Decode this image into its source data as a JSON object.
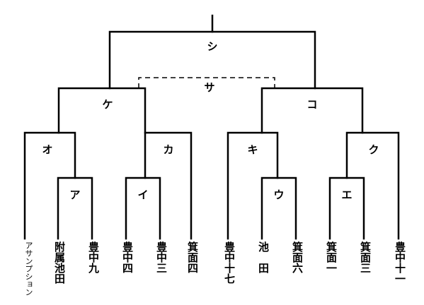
{
  "matches": {
    "a": "ア",
    "i": "イ",
    "u": "ウ",
    "e": "エ",
    "o": "オ",
    "ka": "カ",
    "ki": "キ",
    "ku": "ク",
    "ke": "ケ",
    "ko": "コ",
    "sa": "サ",
    "shi": "シ"
  },
  "teams": [
    "アサンプション",
    "附属池田",
    "豊中九",
    "豊中四",
    "豊中三",
    "箕面四",
    "豊中十七",
    "池　田",
    "箕面六",
    "箕面一",
    "箕面三",
    "豊中十一"
  ]
}
